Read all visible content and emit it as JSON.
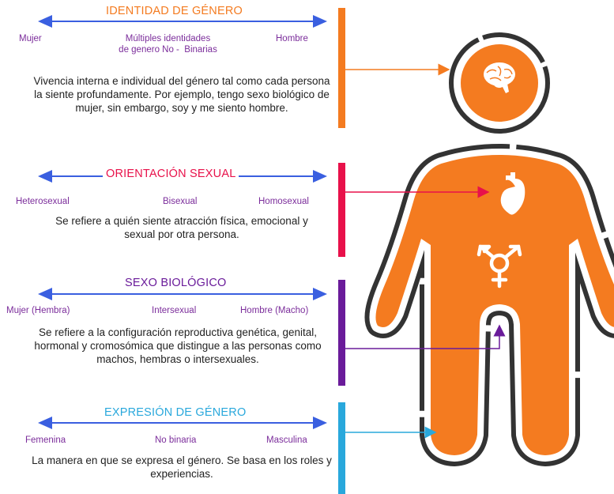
{
  "colors": {
    "spectrum_arrow": "#3a5fe0",
    "spectrum_label": "#7b2d9b",
    "body_fill": "#f47b20",
    "body_outline": "#333333",
    "identidad": "#f47b20",
    "orientacion": "#e8114a",
    "sexo": "#6a1b9a",
    "expresion": "#29a8dc"
  },
  "sections": [
    {
      "id": "identidad",
      "title": "IDENTIDAD DE GÉNERO",
      "left_label": "Mujer",
      "center_label_line1": "Múltiples identidades",
      "center_label_line2": "de genero No -  Binarias",
      "right_label": "Hombre",
      "description": "Vivencia interna e individual del género tal como cada persona la siente profundamente. Por ejemplo, tengo sexo biológico de mujer, sin embargo, soy y me siento hombre.",
      "points_to": "brain-icon"
    },
    {
      "id": "orientacion",
      "title": "ORIENTACIÓN SEXUAL",
      "left_label": "Heterosexual",
      "center_label": "Bisexual",
      "right_label": "Homosexual",
      "description": "Se refiere a quién siente atracción física, emocional y sexual por otra persona.",
      "points_to": "heart-icon"
    },
    {
      "id": "sexo",
      "title": "SEXO BIOLÓGICO",
      "left_label": "Mujer (Hembra)",
      "center_label": "Intersexual",
      "right_label": "Hombre (Macho)",
      "description": "Se refiere a la configuración reproductiva genética, genital, hormonal y cromosómica que distingue a las personas como machos, hembras o intersexuales.",
      "points_to": "genitals"
    },
    {
      "id": "expresion",
      "title": "EXPRESIÓN DE GÉNERO",
      "left_label": "Femenina",
      "center_label": "No binaria",
      "right_label": "Masculina",
      "description": "La manera en que se expresa el género. Se basa en los roles y experiencias.",
      "points_to": "body-outline"
    }
  ],
  "icons": [
    "brain-icon",
    "heart-icon",
    "transgender-symbol-icon"
  ]
}
